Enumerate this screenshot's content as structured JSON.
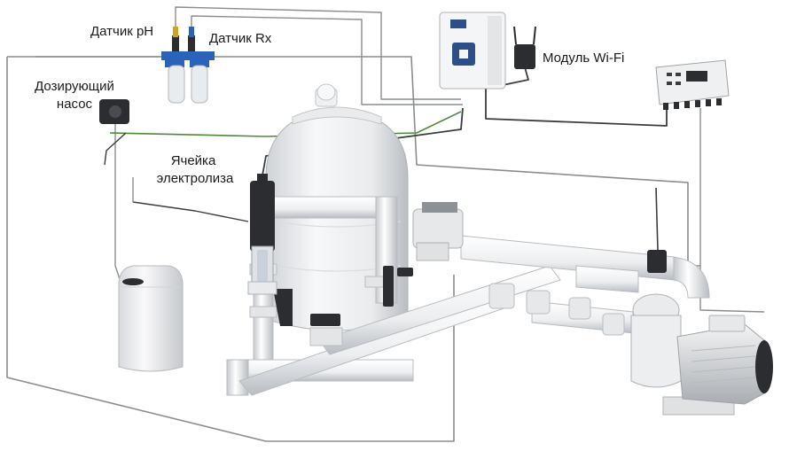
{
  "labels": {
    "ph_sensor": "Датчик pH",
    "rx_sensor": "Датчик Rx",
    "dosing_pump_line1": "Дозирующий",
    "dosing_pump_line2": "насос",
    "electrolysis_cell_line1": "Ячейка",
    "electrolysis_cell_line2": "электролиза",
    "wifi_module": "Модуль Wi-Fi"
  },
  "colors": {
    "pipe": "#f2f3f4",
    "pipe_shade": "#c9ccd0",
    "cable_gray": "#8a8d90",
    "cable_dark": "#3a3d40",
    "cable_green": "#4f8a3a",
    "valve": "#2b2d30",
    "filter_blue": "#2a63b8",
    "controller_body": "#f4f5f6",
    "controller_panel": "#2b4f86"
  }
}
